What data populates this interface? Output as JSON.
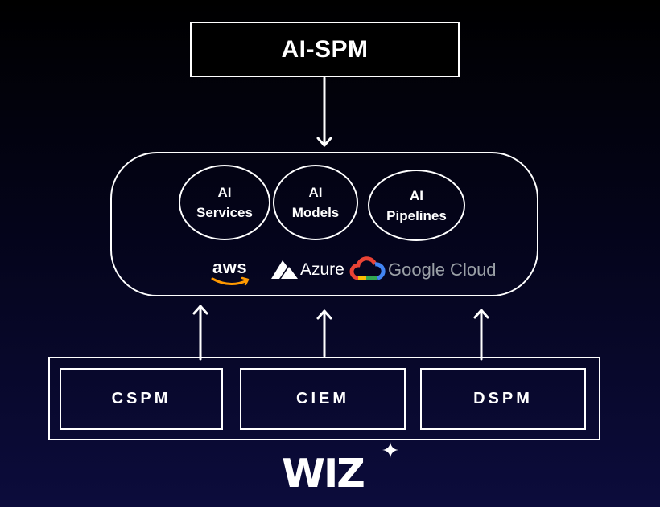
{
  "top": {
    "label": "AI-SPM"
  },
  "platform": {
    "items": [
      {
        "label": "AI\nServices"
      },
      {
        "label": "AI\nModels"
      },
      {
        "label": "AI\nPipelines"
      }
    ],
    "providers": {
      "aws": "aws",
      "azure": "Azure",
      "google": "Google Cloud"
    }
  },
  "bottom": {
    "items": [
      {
        "label": "CSPM"
      },
      {
        "label": "CIEM"
      },
      {
        "label": "DSPM"
      }
    ]
  },
  "brand": {
    "logo": "WIZ"
  },
  "colors": {
    "background": "#000000",
    "background_bottom": "#0c0c3c",
    "stroke": "#ffffff",
    "aws_orange": "#ff9900",
    "google_gray": "#9aa0a6"
  }
}
